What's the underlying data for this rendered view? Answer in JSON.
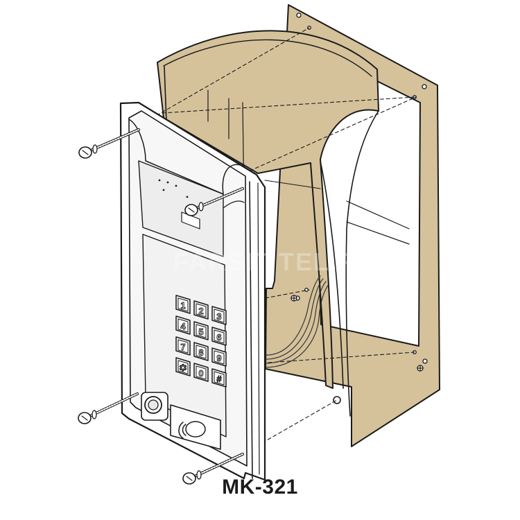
{
  "caption": "MK-321",
  "watermark": "FARSIT TEL.RU",
  "keypad": {
    "keys": [
      "1",
      "2",
      "3",
      "4",
      "5",
      "6",
      "7",
      "8",
      "9",
      "✱",
      "0",
      "#"
    ]
  },
  "colors": {
    "panel_fill": "#d5c29b",
    "outline": "#1a1a1a",
    "body_fill": "#ffffff",
    "recess_fill": "#ededed",
    "key_fill": "#f2f2f2",
    "wire": "#333333"
  },
  "icons": {
    "screw": "screw-icon",
    "camera": "camera-lens-icon",
    "reader": "key-reader-icon"
  }
}
